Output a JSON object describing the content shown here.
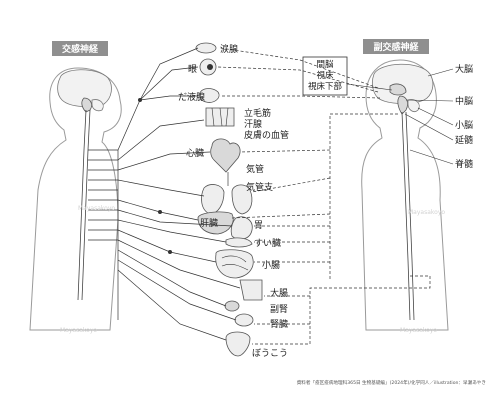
{
  "headers": {
    "sympathetic": "交感神経",
    "parasympathetic": "副交感神経"
  },
  "brain_box": [
    "間脳",
    "視床",
    "視床下部"
  ],
  "brain_parts": [
    "大脳",
    "中脳",
    "小脳",
    "延髄",
    "脊髄"
  ],
  "organs": [
    "涙腺",
    "眼",
    "だ液腺",
    "立毛筋",
    "汗腺",
    "皮膚の血管",
    "心臓",
    "気管",
    "気管支",
    "肝臓",
    "胃",
    "すい臓",
    "小腸",
    "大腸",
    "副腎",
    "腎臓",
    "ぼうこう"
  ],
  "watermarks": [
    "Mayasakoyo",
    "Mayasakoyo",
    "Mayasakoyo",
    "Mayasakoyo"
  ],
  "caption": "資料者「疫区疫病地理科365日 生物基礎編」(2024年)/化学同人／illustration：早瀬あやき",
  "colors": {
    "header_bg": "#8f8f8f",
    "line": "#333333"
  }
}
